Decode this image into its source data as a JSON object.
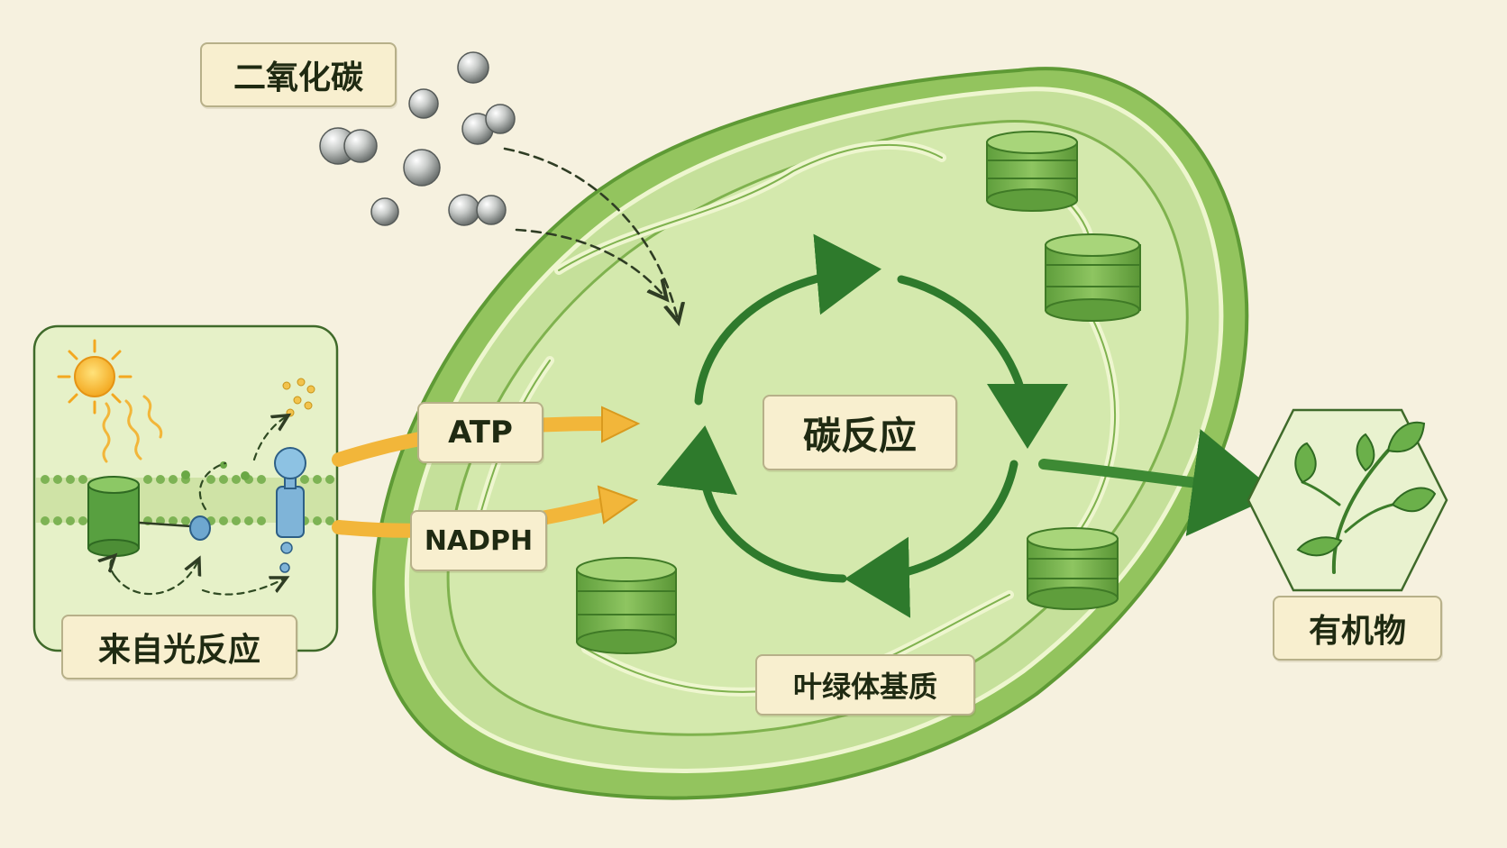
{
  "labels": {
    "co2": "二氧化碳",
    "light_reaction": "来自光反应",
    "atp": "ATP",
    "nadph": "NADPH",
    "carbon_reaction": "碳反应",
    "stroma": "叶绿体基质",
    "organic_matter": "有机物"
  },
  "colors": {
    "background": "#f6f1df",
    "chloroplast_outer": "#8fc35a",
    "stroma": "#d4e9ad",
    "cycle_arrow": "#2e7a2c",
    "energy_arrow": "#f2b63a",
    "label_fill": "#f8efcf",
    "label_border": "#b7b089"
  },
  "icons": [
    "sun-icon",
    "co2-molecule-icon",
    "thylakoid-stack-icon",
    "leaf-plant-icon",
    "membrane-protein-icon"
  ]
}
